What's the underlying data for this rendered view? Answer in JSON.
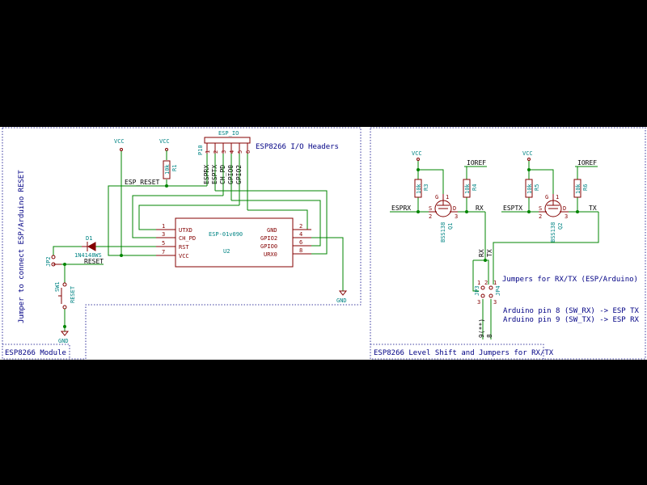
{
  "sections": {
    "left": {
      "title": "ESP8266 Module"
    },
    "right": {
      "title": "ESP8266 Level Shift and Jumpers for RX/TX"
    }
  },
  "header": {
    "name": "ESP_IO",
    "ref": "P10",
    "title": "ESP8266 I/O Headers",
    "pin_numbers": [
      "1",
      "2",
      "3",
      "4",
      "5",
      "6"
    ],
    "pin_labels": [
      "ESPRX",
      "ESPTX",
      "CH_PD",
      "GPIO0",
      "GPIO2"
    ]
  },
  "module": {
    "ref": "U2",
    "value": "ESP-01v090",
    "left_pins": [
      {
        "num": "1",
        "name": "UTXD"
      },
      {
        "num": "3",
        "name": "CH_PD"
      },
      {
        "num": "5",
        "name": "RST"
      },
      {
        "num": "7",
        "name": "VCC"
      }
    ],
    "right_pins": [
      {
        "num": "2",
        "name": "GND"
      },
      {
        "num": "4",
        "name": "GPIO2"
      },
      {
        "num": "6",
        "name": "GPIO0"
      },
      {
        "num": "8",
        "name": "URX0"
      }
    ]
  },
  "power": {
    "vcc": "VCC",
    "gnd": "GND",
    "ioref": "IOREF"
  },
  "nets": {
    "esp_reset": "ESP_RESET",
    "reset": "RESET",
    "esprx": "ESPRX",
    "esptx": "ESPTX",
    "rx": "RX",
    "tx": "TX"
  },
  "parts": {
    "r1": {
      "ref": "R1",
      "value": "10k"
    },
    "r3": {
      "ref": "R3",
      "value": "10k"
    },
    "r4": {
      "ref": "R4",
      "value": "10k"
    },
    "r5": {
      "ref": "R5",
      "value": "10k"
    },
    "r6": {
      "ref": "R6",
      "value": "10k"
    },
    "d1": {
      "ref": "D1",
      "value": "1N4148WS"
    },
    "jp2": {
      "ref": "JP2"
    },
    "jp3": {
      "ref": "JP3"
    },
    "jp4": {
      "ref": "JP4"
    },
    "sw1": {
      "ref": "SW1",
      "value": "RESET"
    },
    "q1": {
      "ref": "Q1",
      "value": "BSS138"
    },
    "q2": {
      "ref": "Q2",
      "value": "BSS138"
    },
    "fet_pins": {
      "g": "G",
      "s": "S",
      "d": "D",
      "n1": "1",
      "n2": "2",
      "n3": "3"
    },
    "jumper_pins": {
      "p1": "1",
      "p2": "2",
      "p3": "3"
    }
  },
  "notes": {
    "jumper_reset": "Jumper to connect ESP/Arduino RESET",
    "jumpers_rxtx": "Jumpers for RX/TX (ESP/Arduino)",
    "arduino_8": "Arduino pin 8 (SW_RX) -> ESP TX",
    "arduino_9": "Arduino pin 9 (SW_TX) -> ESP RX",
    "pin9": "9(**)",
    "pin8": "8"
  }
}
